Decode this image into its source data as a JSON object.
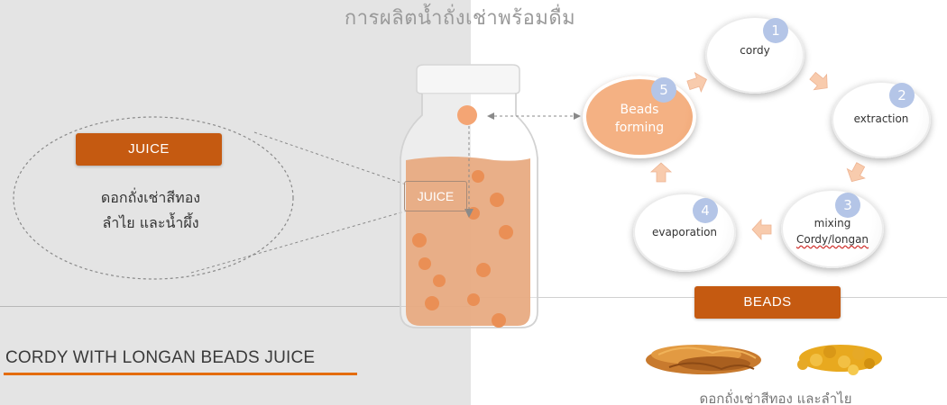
{
  "title": "การผลิตน้ำถั่งเช่าพร้อมดื่ม",
  "juice_badge": "JUICE",
  "juice_ingredients": [
    "ดอกถั่งเช่าสีทอง",
    "ลำไย และน้ำผึ้ง"
  ],
  "bottle_label": "JUICE",
  "product_title": "CORDY WITH LONGAN BEADS JUICE",
  "cycle": [
    {
      "num": "1",
      "label": "cordy"
    },
    {
      "num": "2",
      "label": "extraction"
    },
    {
      "num": "3",
      "label_lines": [
        "mixing",
        "Cordy/longan"
      ]
    },
    {
      "num": "4",
      "label": "evaporation"
    },
    {
      "num": "5",
      "label_lines": [
        "Beads",
        "forming"
      ]
    }
  ],
  "beads_badge": "BEADS",
  "beads_caption": "ดอกถั่งเช่าสีทอง และลำไย",
  "colors": {
    "accent": "#c55a11",
    "bead": "#f4b183",
    "number_badge": "#b4c5e7",
    "arrow": "#f8cbad"
  }
}
